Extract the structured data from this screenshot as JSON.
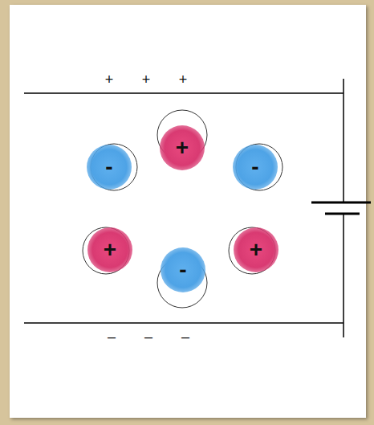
{
  "diagram": {
    "nodes": [
      {
        "text": [
          "+"
        ]
      },
      {
        "text": [
          "-"
        ]
      },
      {
        "text": [
          "-"
        ]
      },
      {
        "text": [
          "+"
        ]
      },
      {
        "text": [
          "+"
        ]
      },
      {
        "text": [
          "-"
        ]
      }
    ],
    "labels": [
      "+",
      "+",
      "+",
      "–",
      "–",
      "–"
    ]
  }
}
